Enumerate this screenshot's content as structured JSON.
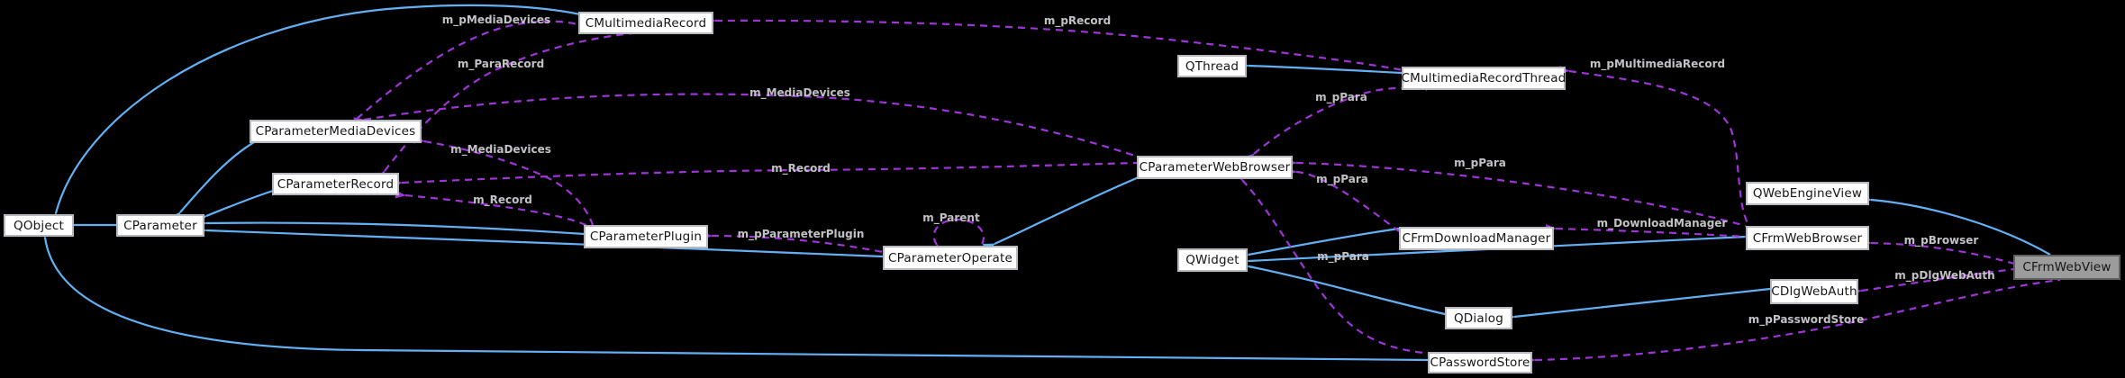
{
  "diagram": {
    "kind": "class-collaboration-graph",
    "focus_class": "CFrmWebView",
    "colors": {
      "background": "#000000",
      "inheritance_edge": "#63b1f5",
      "usage_edge": "#9e35d6",
      "edge_label": "#c2c2c6",
      "node_fill": "#ffffff",
      "node_border": "#b6bac0",
      "node_text": "#151515",
      "focus_node_fill": "#9c9c9c"
    },
    "nodes": {
      "qobject": {
        "label": "QObject"
      },
      "cparameter": {
        "label": "CParameter"
      },
      "cparametermediadevices": {
        "label": "CParameterMediaDevices"
      },
      "cparameterrecord": {
        "label": "CParameterRecord"
      },
      "cmultimediarecord": {
        "label": "CMultimediaRecord"
      },
      "cparameterplugin": {
        "label": "CParameterPlugin"
      },
      "cparameteroperate": {
        "label": "CParameterOperate"
      },
      "cparameterwebbrowser": {
        "label": "CParameterWebBrowser"
      },
      "qthread": {
        "label": "QThread"
      },
      "cmultimediarecordthread": {
        "label": "CMultimediaRecordThread"
      },
      "qwebengineview": {
        "label": "QWebEngineView"
      },
      "cfrmwebbrowser": {
        "label": "CFrmWebBrowser"
      },
      "cfrmdownloadmanager": {
        "label": "CFrmDownloadManager"
      },
      "qwidget": {
        "label": "QWidget"
      },
      "qdialog": {
        "label": "QDialog"
      },
      "cdlgwebauth": {
        "label": "CDlgWebAuth"
      },
      "cpasswordstore": {
        "label": "CPasswordStore"
      },
      "cfrmwebview": {
        "label": "CFrmWebView"
      }
    },
    "edges": [
      {
        "from": "CParameter",
        "to": "QObject",
        "label": "",
        "type": "inheritance"
      },
      {
        "from": "CParameterMediaDevices",
        "to": "CParameter",
        "label": "",
        "type": "inheritance"
      },
      {
        "from": "CParameterRecord",
        "to": "CParameter",
        "label": "",
        "type": "inheritance"
      },
      {
        "from": "CParameterPlugin",
        "to": "CParameter",
        "label": "",
        "type": "inheritance"
      },
      {
        "from": "CParameterOperate",
        "to": "CParameter",
        "label": "",
        "type": "inheritance"
      },
      {
        "from": "CParameterWebBrowser",
        "to": "CParameterOperate",
        "label": "",
        "type": "inheritance"
      },
      {
        "from": "CMultimediaRecord",
        "to": "QObject",
        "label": "",
        "type": "inheritance"
      },
      {
        "from": "CPasswordStore",
        "to": "QObject",
        "label": "",
        "type": "inheritance"
      },
      {
        "from": "CMultimediaRecordThread",
        "to": "QThread",
        "label": "",
        "type": "inheritance"
      },
      {
        "from": "CFrmDownloadManager",
        "to": "QWidget",
        "label": "",
        "type": "inheritance"
      },
      {
        "from": "CFrmWebBrowser",
        "to": "QWidget",
        "label": "",
        "type": "inheritance"
      },
      {
        "from": "QDialog",
        "to": "QWidget",
        "label": "",
        "type": "inheritance"
      },
      {
        "from": "CDlgWebAuth",
        "to": "QDialog",
        "label": "",
        "type": "inheritance"
      },
      {
        "from": "CFrmWebView",
        "to": "QWebEngineView",
        "label": "",
        "type": "inheritance"
      },
      {
        "from": "CMultimediaRecord",
        "to": "CParameterMediaDevices",
        "label": "m_pMediaDevices",
        "type": "usage"
      },
      {
        "from": "CMultimediaRecord",
        "to": "CParameterRecord",
        "label": "m_ParaRecord",
        "type": "usage"
      },
      {
        "from": "CParameterWebBrowser",
        "to": "CParameterMediaDevices",
        "label": "m_MediaDevices",
        "type": "usage"
      },
      {
        "from": "CParameterWebBrowser",
        "to": "CParameterRecord",
        "label": "m_Record",
        "type": "usage"
      },
      {
        "from": "CParameterPlugin",
        "to": "CParameterMediaDevices",
        "label": "m_MediaDevices",
        "type": "usage"
      },
      {
        "from": "CParameterPlugin",
        "to": "CParameterRecord",
        "label": "m_Record",
        "type": "usage"
      },
      {
        "from": "CParameterOperate",
        "to": "CParameterPlugin",
        "label": "m_pParameterPlugin",
        "type": "usage"
      },
      {
        "from": "CParameterOperate",
        "to": "CParameterOperate",
        "label": "m_Parent",
        "type": "usage"
      },
      {
        "from": "CMultimediaRecordThread",
        "to": "CMultimediaRecord",
        "label": "m_pRecord",
        "type": "usage"
      },
      {
        "from": "CMultimediaRecordThread",
        "to": "CParameterWebBrowser",
        "label": "m_pPara",
        "type": "usage"
      },
      {
        "from": "CFrmWebBrowser",
        "to": "CMultimediaRecordThread",
        "label": "m_pMultimediaRecord",
        "type": "usage"
      },
      {
        "from": "CFrmWebBrowser",
        "to": "CParameterWebBrowser",
        "label": "m_pPara",
        "type": "usage"
      },
      {
        "from": "CFrmDownloadManager",
        "to": "CParameterWebBrowser",
        "label": "m_pPara",
        "type": "usage"
      },
      {
        "from": "CPasswordStore",
        "to": "CParameterWebBrowser",
        "label": "m_pPara",
        "type": "usage"
      },
      {
        "from": "CFrmWebBrowser",
        "to": "CFrmDownloadManager",
        "label": "m_DownloadManager",
        "type": "usage"
      },
      {
        "from": "CFrmWebView",
        "to": "CFrmWebBrowser",
        "label": "m_pBrowser",
        "type": "usage"
      },
      {
        "from": "CFrmWebView",
        "to": "CDlgWebAuth",
        "label": "m_pDlgWebAuth",
        "type": "usage"
      },
      {
        "from": "CFrmWebView",
        "to": "CPasswordStore",
        "label": "m_pPasswordStore",
        "type": "usage"
      }
    ]
  }
}
